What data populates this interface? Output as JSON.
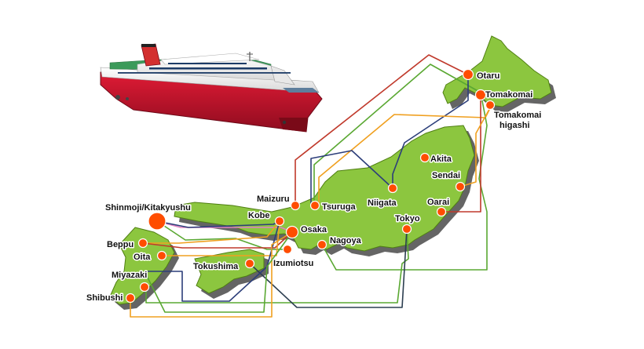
{
  "colors": {
    "land": "#8cc63f",
    "land_shadow": "#4a4a4a",
    "port": "#ff4d00",
    "route_red": "#c0392b",
    "route_green": "#5aa832",
    "route_navy": "#2c3e7a",
    "route_orange": "#f0a020",
    "route_dark": "#2c3e50",
    "route_pink": "#e080c0",
    "ship_hull": "#c8102e",
    "ship_upper": "#ffffff",
    "ship_deck": "#2e8b57",
    "ship_funnel": "#d32f2f"
  },
  "ship": {
    "icon": "ferry-ship"
  },
  "ports": [
    {
      "id": "otaru",
      "name": "Otaru"
    },
    {
      "id": "tomakomai",
      "name": "Tomakomai"
    },
    {
      "id": "tomakomai-higashi",
      "name": "Tomakomai",
      "name2": "higashi"
    },
    {
      "id": "akita",
      "name": "Akita"
    },
    {
      "id": "sendai",
      "name": "Sendai"
    },
    {
      "id": "niigata",
      "name": "Niigata"
    },
    {
      "id": "oarai",
      "name": "Oarai"
    },
    {
      "id": "tokyo",
      "name": "Tokyo"
    },
    {
      "id": "maizuru",
      "name": "Maizuru"
    },
    {
      "id": "tsuruga",
      "name": "Tsuruga"
    },
    {
      "id": "nagoya",
      "name": "Nagoya"
    },
    {
      "id": "osaka",
      "name": "Osaka"
    },
    {
      "id": "kobe",
      "name": "Kobe"
    },
    {
      "id": "izumiotsu",
      "name": "Izumiotsu"
    },
    {
      "id": "tokushima",
      "name": "Tokushima"
    },
    {
      "id": "shinmoji",
      "name": "Shinmoji/Kitakyushu"
    },
    {
      "id": "beppu",
      "name": "Beppu"
    },
    {
      "id": "oita",
      "name": "Oita"
    },
    {
      "id": "miyazaki",
      "name": "Miyazaki"
    },
    {
      "id": "shibushi",
      "name": "Shibushi"
    }
  ]
}
